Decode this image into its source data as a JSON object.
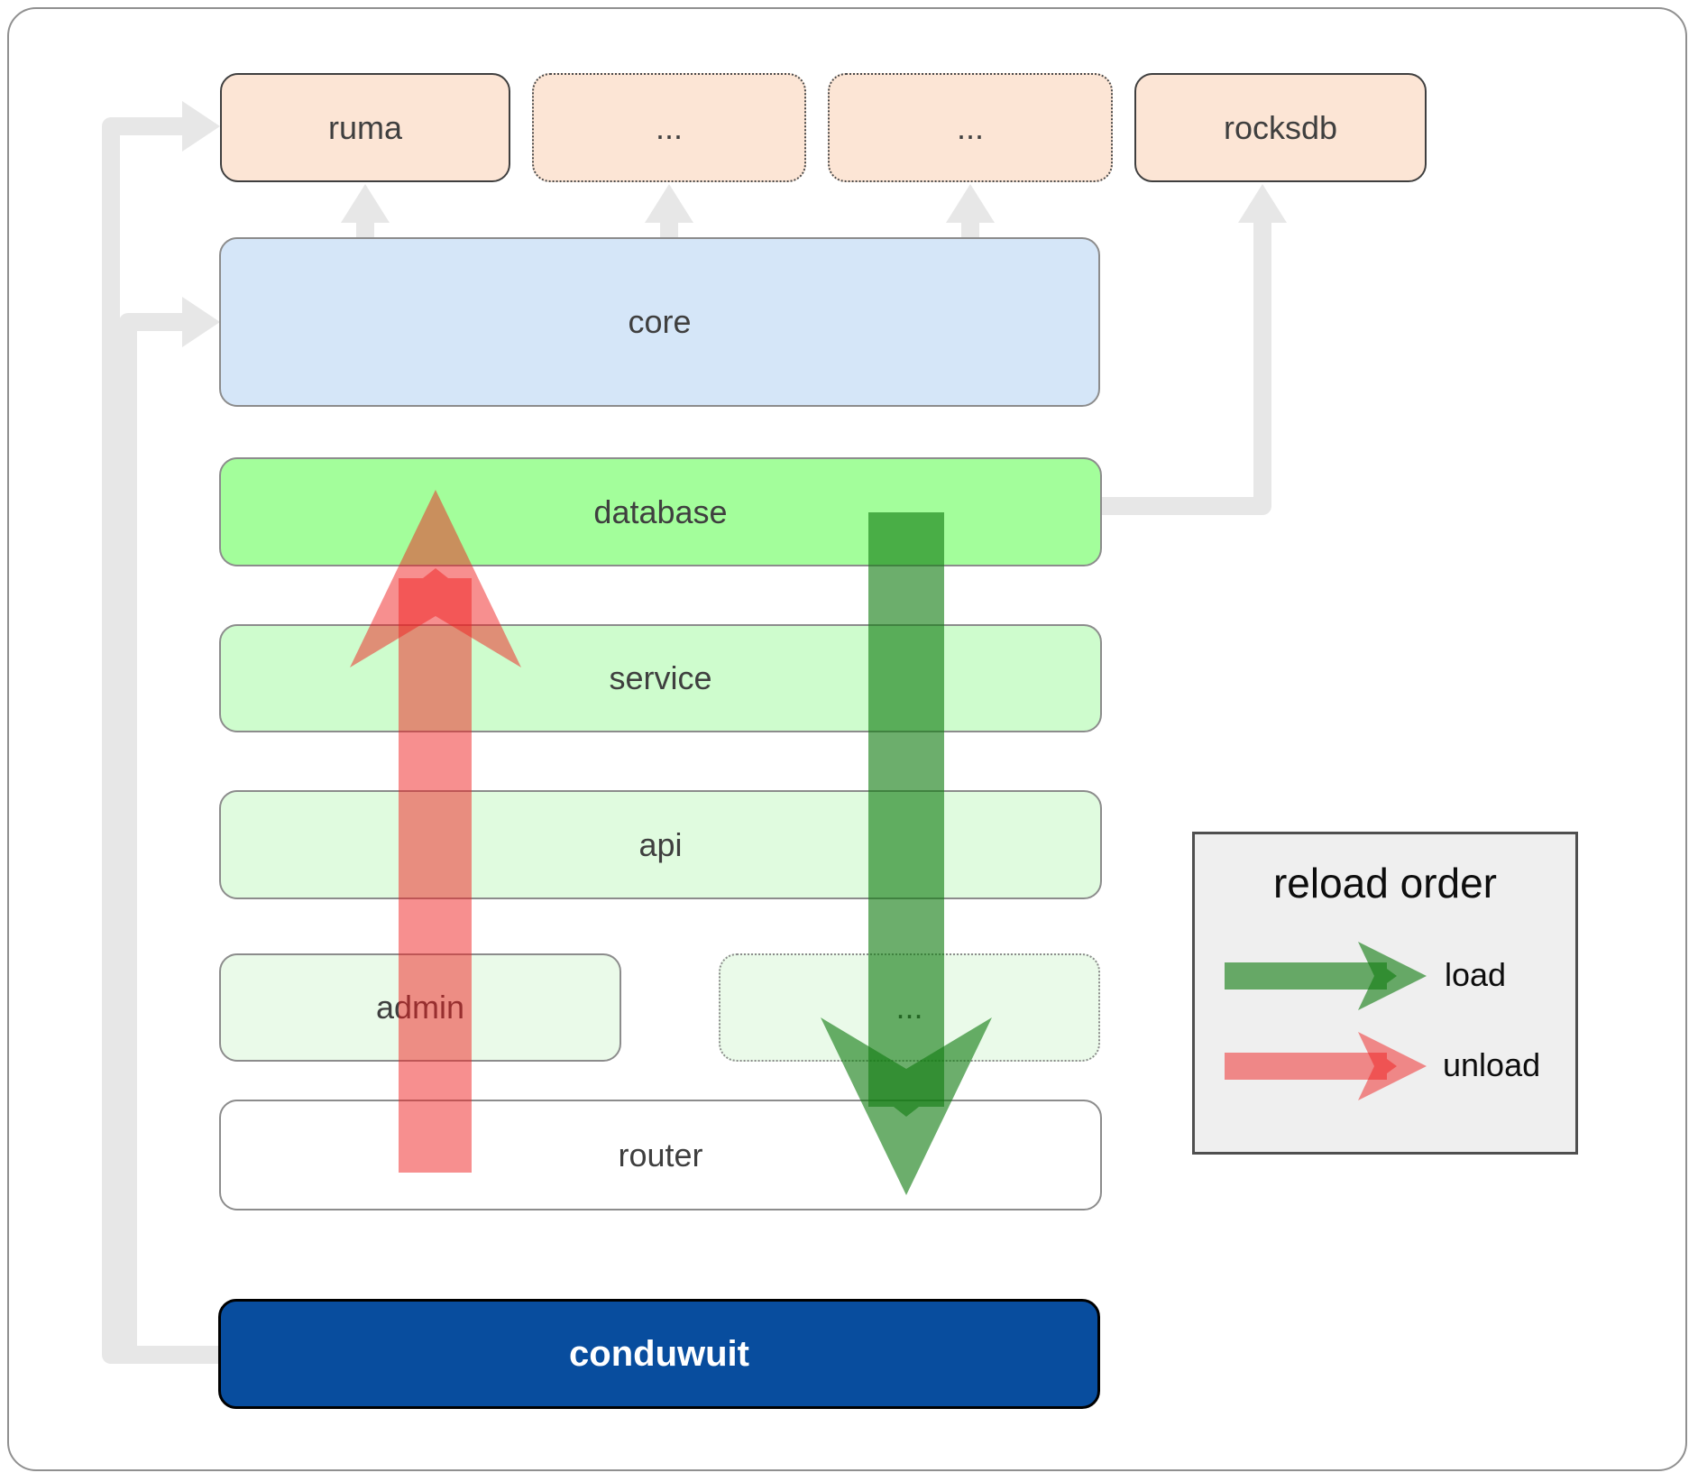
{
  "top_row": [
    {
      "label": "ruma"
    },
    {
      "label": "..."
    },
    {
      "label": "..."
    },
    {
      "label": "rocksdb"
    }
  ],
  "layers": {
    "core": "core",
    "database": "database",
    "service": "service",
    "api": "api",
    "admin": "admin",
    "admin_more": "...",
    "router": "router"
  },
  "root": {
    "label": "conduwuit"
  },
  "legend": {
    "title": "reload order",
    "load_label": "load",
    "unload_label": "unload"
  },
  "colors": {
    "module_fill": "#fce5d5",
    "core_fill": "#d5e6f8",
    "database_fill": "#a3fe9b",
    "service_fill": "#cefccd",
    "api_fill": "#e0fbdf",
    "admin_fill": "#eafae9",
    "router_fill": "#ffffff",
    "conduwuit_fill": "#084d9e",
    "load_arrow": "#117c11",
    "unload_arrow": "#f01f1f",
    "connector": "#e7e7e7",
    "legend_bg": "#efefef"
  }
}
